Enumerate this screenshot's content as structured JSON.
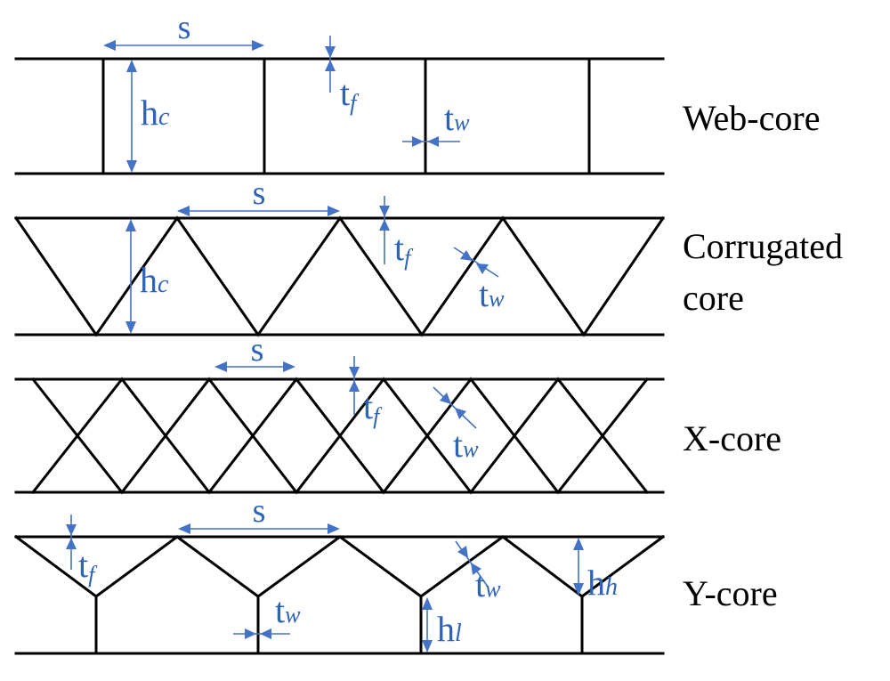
{
  "colors": {
    "structure": "#000000",
    "dimension": "#4472c4",
    "label": "#2e63b8"
  },
  "panels": [
    {
      "name": "Web-core",
      "title_lines": [
        "Web-core"
      ],
      "labels": {
        "s": "s",
        "hc": "h",
        "hc_sub": "c",
        "tf": "t",
        "tf_sub": "f",
        "tw": "t",
        "tw_sub": "w"
      }
    },
    {
      "name": "Corrugated core",
      "title_lines": [
        "Corrugated",
        "core"
      ],
      "labels": {
        "s": "s",
        "hc": "h",
        "hc_sub": "c",
        "tf": "t",
        "tf_sub": "f",
        "tw": "t",
        "tw_sub": "w"
      }
    },
    {
      "name": "X-core",
      "title_lines": [
        "X-core"
      ],
      "labels": {
        "s": "s",
        "tf": "t",
        "tf_sub": "f",
        "tw": "t",
        "tw_sub": "w"
      }
    },
    {
      "name": "Y-core",
      "title_lines": [
        "Y-core"
      ],
      "labels": {
        "s": "s",
        "tf": "t",
        "tf_sub": "f",
        "tw_web": "t",
        "tw_web_sub": "w",
        "tw_slant": "t",
        "tw_slant_sub": "w",
        "hl": "h",
        "hl_sub": "l",
        "hh": "h",
        "hh_sub": "h"
      }
    }
  ]
}
